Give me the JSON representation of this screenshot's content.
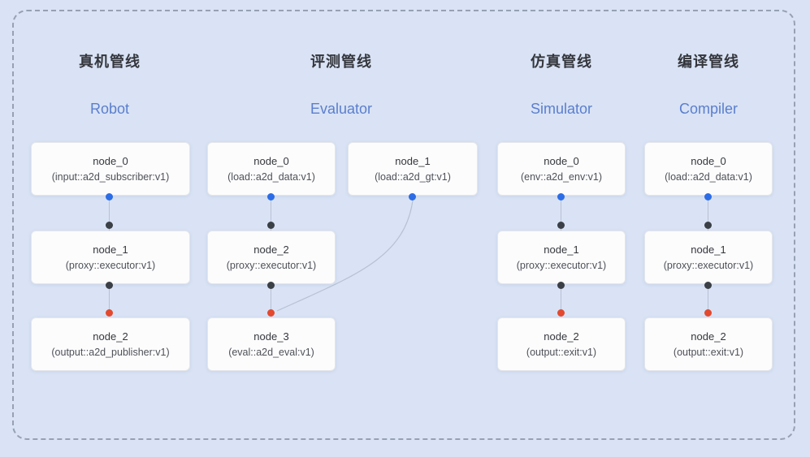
{
  "canvas": {
    "background": "#d9e3f5",
    "frame_border": "#97a1b4"
  },
  "colors": {
    "title_zh": "#34363c",
    "title_en": "#5b7ecd",
    "port_blue": "#2c6de6",
    "port_dark": "#3b3f46",
    "port_red": "#e3492e",
    "edge": "#b7c1d3"
  },
  "pipelines": [
    {
      "title_zh": "真机管线",
      "title_en": "Robot",
      "nodes": [
        {
          "name": "node_0",
          "type": "(input::a2d_subscriber:v1)"
        },
        {
          "name": "node_1",
          "type": "(proxy::executor:v1)"
        },
        {
          "name": "node_2",
          "type": "(output::a2d_publisher:v1)"
        }
      ]
    },
    {
      "title_zh": "评测管线",
      "title_en": "Evaluator",
      "nodes": [
        {
          "name": "node_0",
          "type": "(load::a2d_data:v1)"
        },
        {
          "name": "node_1",
          "type": "(load::a2d_gt:v1)"
        },
        {
          "name": "node_2",
          "type": "(proxy::executor:v1)"
        },
        {
          "name": "node_3",
          "type": "(eval::a2d_eval:v1)"
        }
      ]
    },
    {
      "title_zh": "仿真管线",
      "title_en": "Simulator",
      "nodes": [
        {
          "name": "node_0",
          "type": "(env::a2d_env:v1)"
        },
        {
          "name": "node_1",
          "type": "(proxy::executor:v1)"
        },
        {
          "name": "node_2",
          "type": "(output::exit:v1)"
        }
      ]
    },
    {
      "title_zh": "编译管线",
      "title_en": "Compiler",
      "nodes": [
        {
          "name": "node_0",
          "type": "(load::a2d_data:v1)"
        },
        {
          "name": "node_1",
          "type": "(proxy::executor:v1)"
        },
        {
          "name": "node_2",
          "type": "(output::exit:v1)"
        }
      ]
    }
  ],
  "edges": [
    {
      "from": "robot.node_0",
      "to": "robot.node_1"
    },
    {
      "from": "robot.node_1",
      "to": "robot.node_2"
    },
    {
      "from": "evaluator.node_0",
      "to": "evaluator.node_2"
    },
    {
      "from": "evaluator.node_1",
      "to": "evaluator.node_3"
    },
    {
      "from": "evaluator.node_2",
      "to": "evaluator.node_3"
    },
    {
      "from": "simulator.node_0",
      "to": "simulator.node_1"
    },
    {
      "from": "simulator.node_1",
      "to": "simulator.node_2"
    },
    {
      "from": "compiler.node_0",
      "to": "compiler.node_1"
    },
    {
      "from": "compiler.node_1",
      "to": "compiler.node_2"
    }
  ]
}
